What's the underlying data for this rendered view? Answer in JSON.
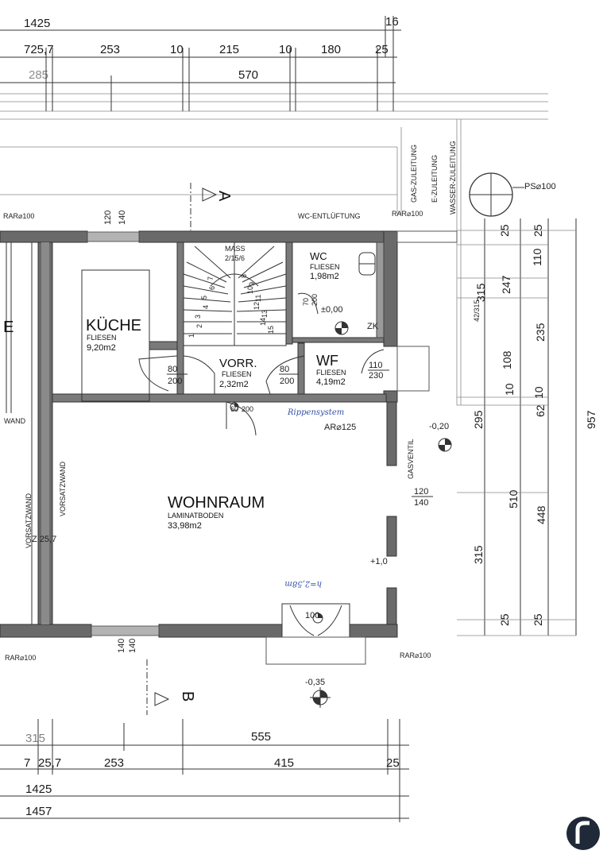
{
  "top_dims": {
    "row1": [
      "1425",
      "16"
    ],
    "row2": [
      "725,7",
      "253",
      "10",
      "215",
      "10",
      "180",
      "25"
    ],
    "row3": [
      "285",
      "570"
    ]
  },
  "bottom_dims": {
    "row1": [
      "315",
      "555"
    ],
    "row2": [
      "7",
      "25,7",
      "253",
      "415",
      "25"
    ],
    "row3": [
      "1425"
    ],
    "row4": [
      "1457"
    ]
  },
  "right_dims": {
    "inner": [
      "25",
      "10",
      "235",
      "10",
      "510",
      "25"
    ],
    "middle": [
      "25",
      "110",
      "247",
      "108",
      "62",
      "448",
      "25"
    ],
    "outer": [
      "957"
    ],
    "left_col": [
      "315",
      "295",
      "315"
    ],
    "fraction": "42/315"
  },
  "rooms": {
    "kitchen": {
      "name": "KÜCHE",
      "floor": "FLIESEN",
      "area": "9,20m2"
    },
    "hall": {
      "name": "VORR.",
      "floor": "FLIESEN",
      "area": "2,32m2"
    },
    "wc": {
      "name": "WC",
      "floor": "FLIESEN",
      "area": "1,98m2"
    },
    "wf": {
      "name": "WF",
      "floor": "FLIESEN",
      "area": "4,19m2"
    },
    "living": {
      "name": "WOHNRAUM",
      "floor": "LAMINATBODEN",
      "area": "33,98m2"
    }
  },
  "stairs": {
    "label": "MASS",
    "value": "2/15/6",
    "treads": [
      "1",
      "2",
      "3",
      "4",
      "5",
      "6",
      "7",
      "8",
      "9",
      "10",
      "11",
      "12",
      "13",
      "14",
      "15"
    ]
  },
  "door_dims": {
    "kitchen": [
      "80",
      "200"
    ],
    "hall": [
      "80",
      "200"
    ],
    "wf": [
      "110",
      "230"
    ],
    "wc": [
      "70",
      "200"
    ],
    "top_window": [
      "120",
      "140"
    ],
    "right_window": [
      "120",
      "140"
    ],
    "bottom_window": [
      "140",
      "140"
    ],
    "bottom_door": [
      "100"
    ],
    "small_door": [
      "60",
      "200"
    ],
    "wc_level": "±0,00"
  },
  "labels": {
    "section_a": "A",
    "section_b": "B",
    "rar_top_left": "RAR⌀100",
    "rar_top_right": "RAR⌀100",
    "rar_bottom_left": "RAR⌀100",
    "rar_bottom_right": "RAR⌀100",
    "ar": "AR⌀125",
    "ps": "PS⌀100",
    "wc_vent": "WC-ENTLÜFTUNG",
    "gas": "GAS-ZULEITUNG",
    "strom": "E-ZULEITUNG",
    "wasser": "WASSER-ZULEITUNG",
    "zk": "ZK",
    "gasvent": "GASVENTIL",
    "level_right": "-0,20",
    "level_bottom": "-0,35",
    "vorsatz_left": "VORSATZWAND",
    "vorsatz_right": "VORSATZWAND",
    "wand": "WAND",
    "z_value": "Z 25,7",
    "plus_1": "+1,0",
    "left_e": "E"
  },
  "handwritten": {
    "note1": "Rippensystem",
    "note2": "h=2,58m"
  },
  "icons": {
    "logo": "brand-logo-icon"
  },
  "colors": {
    "wall": "#6a6a6a",
    "ink": "#1a1a1a",
    "hand_ink": "#3450a8",
    "logo": "#1f2937"
  }
}
